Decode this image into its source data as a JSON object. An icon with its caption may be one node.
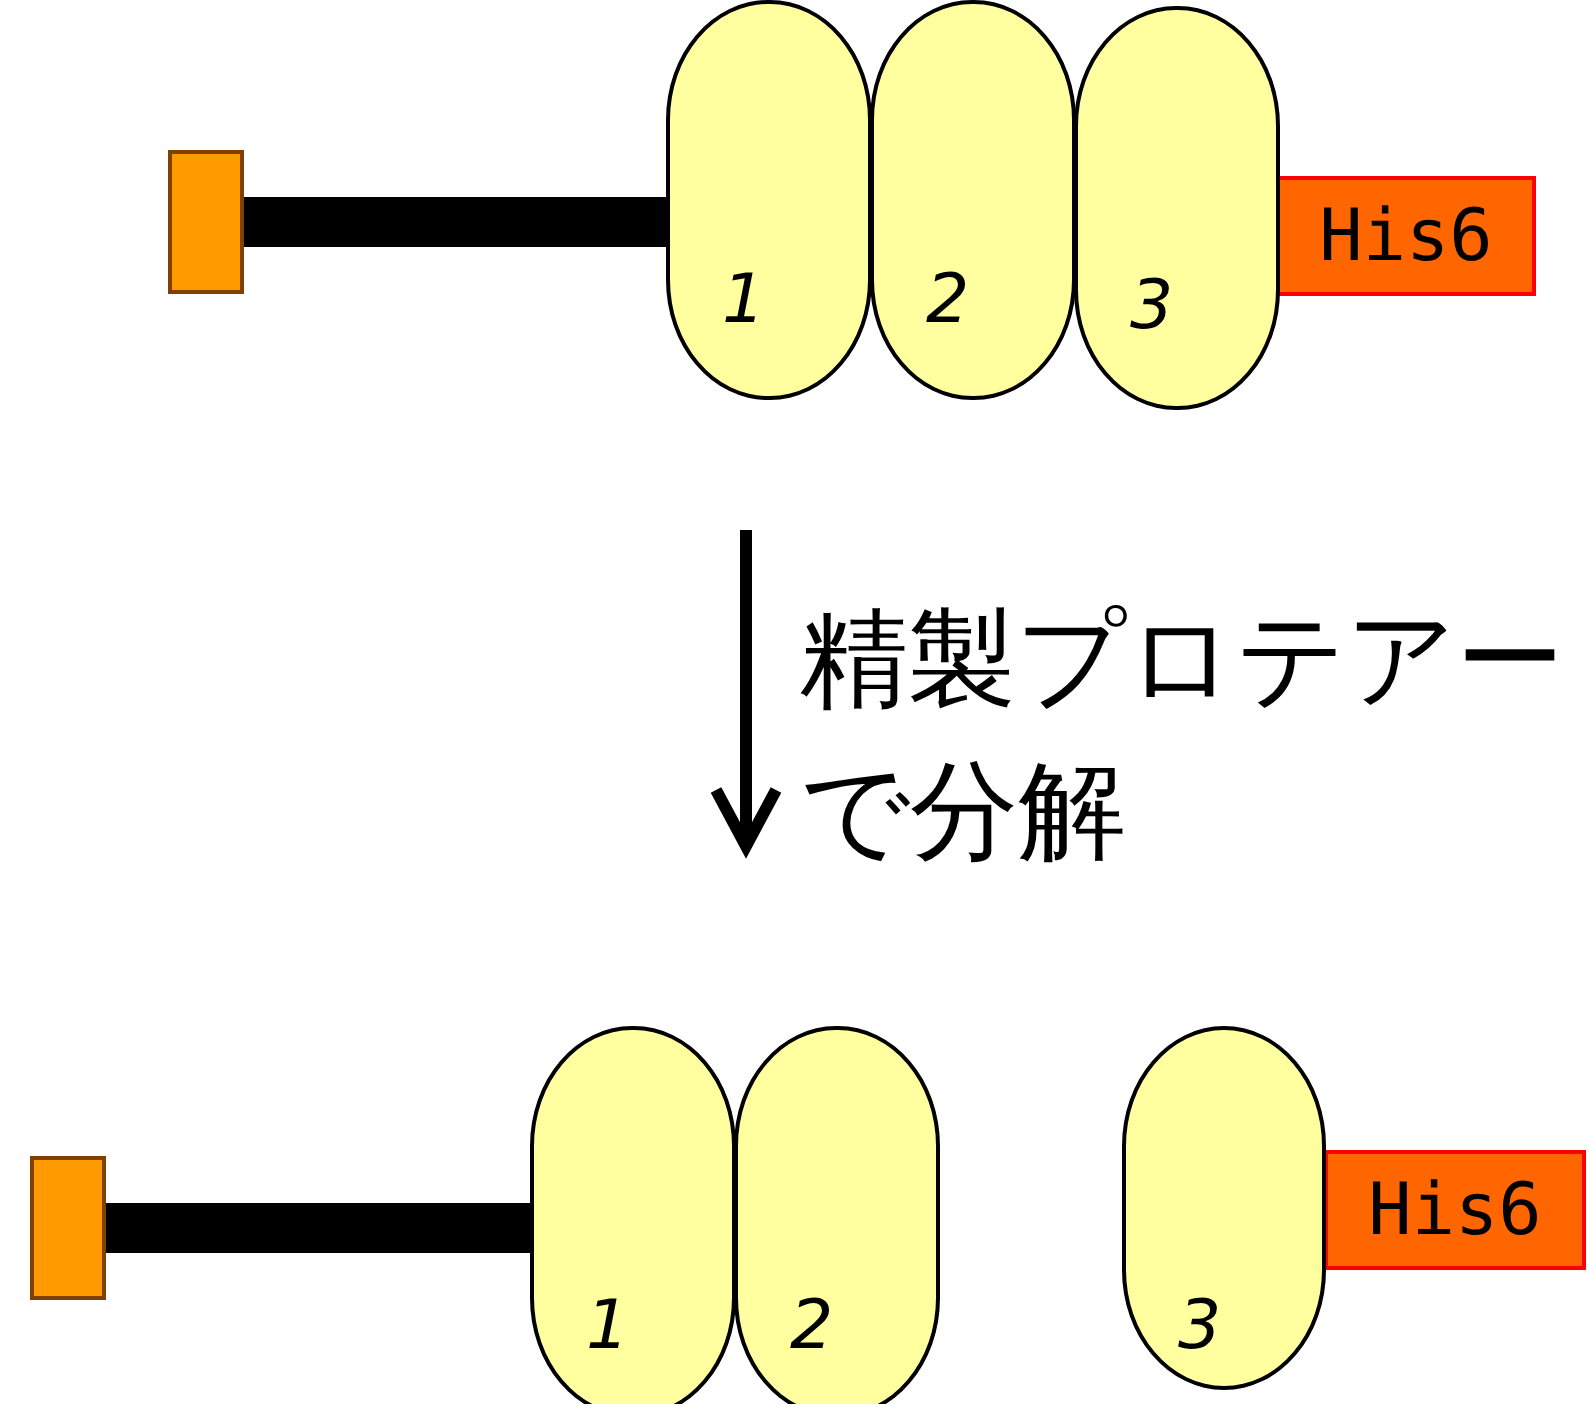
{
  "diagram": {
    "nodes": [
      {
        "text": [],
        "shape": "box"
      },
      {
        "text": [
          "1"
        ]
      },
      {
        "text": [
          "2"
        ]
      },
      {
        "text": [
          "3"
        ]
      },
      {
        "text": [
          "His6"
        ]
      },
      {
        "text": [],
        "shape": "box"
      },
      {
        "text": [
          "1"
        ]
      },
      {
        "text": [
          "2"
        ]
      },
      {
        "text": [
          "3"
        ]
      },
      {
        "text": [
          "His6"
        ]
      }
    ],
    "edges": [
      {
        "from": 0,
        "to": 1,
        "arrow": "none"
      },
      {
        "from": 5,
        "to": 6,
        "arrow": "none"
      }
    ],
    "labels": [
      "精製プロテアーで分解"
    ]
  }
}
